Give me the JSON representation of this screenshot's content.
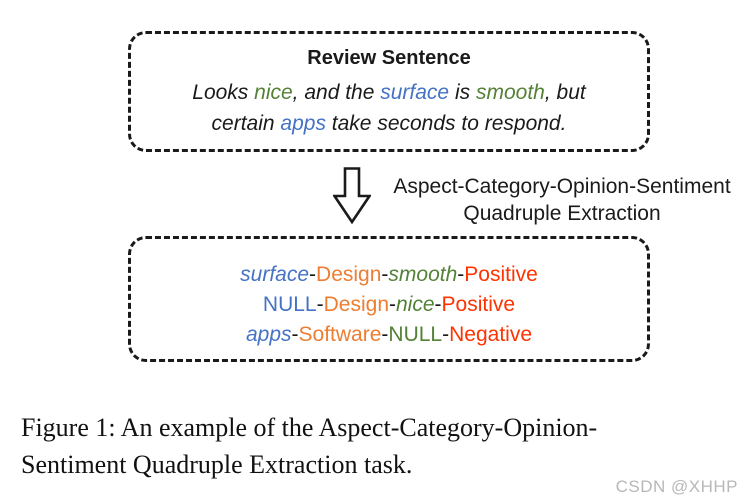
{
  "colors": {
    "blue": "#4472C4",
    "green": "#538135",
    "orange": "#ED7D31",
    "red": "#FF3300",
    "black": "#1A1A1A",
    "gray": "#B8B8B8"
  },
  "review_box": {
    "title": "Review Sentence",
    "lines": [
      [
        {
          "text": "Looks ",
          "color": "black"
        },
        {
          "text": "nice",
          "color": "green"
        },
        {
          "text": ", and the ",
          "color": "black"
        },
        {
          "text": "surface",
          "color": "blue"
        },
        {
          "text": " is ",
          "color": "black"
        },
        {
          "text": "smooth",
          "color": "green"
        },
        {
          "text": ", but",
          "color": "black"
        }
      ],
      [
        {
          "text": "certain ",
          "color": "black"
        },
        {
          "text": "apps",
          "color": "blue"
        },
        {
          "text": " take seconds to respond.",
          "color": "black"
        }
      ]
    ]
  },
  "arrow": {
    "icon": "down-arrow",
    "label_line1": "Aspect-Category-Opinion-Sentiment",
    "label_line2": "Quadruple Extraction"
  },
  "quadruple_box": {
    "lines": [
      [
        {
          "text": "surface",
          "color": "blue",
          "italic": true
        },
        {
          "text": "-",
          "color": "black"
        },
        {
          "text": "Design",
          "color": "orange"
        },
        {
          "text": "-",
          "color": "black"
        },
        {
          "text": "smooth",
          "color": "green",
          "italic": true
        },
        {
          "text": "-",
          "color": "black"
        },
        {
          "text": "Positive",
          "color": "red"
        }
      ],
      [
        {
          "text": "NULL",
          "color": "blue"
        },
        {
          "text": "-",
          "color": "black"
        },
        {
          "text": "Design",
          "color": "orange"
        },
        {
          "text": "-",
          "color": "black"
        },
        {
          "text": "nice",
          "color": "green",
          "italic": true
        },
        {
          "text": "-",
          "color": "black"
        },
        {
          "text": "Positive",
          "color": "red"
        }
      ],
      [
        {
          "text": "apps",
          "color": "blue",
          "italic": true
        },
        {
          "text": "-",
          "color": "black"
        },
        {
          "text": "Software",
          "color": "orange"
        },
        {
          "text": "-",
          "color": "black"
        },
        {
          "text": "NULL",
          "color": "green"
        },
        {
          "text": "-",
          "color": "black"
        },
        {
          "text": "Negative",
          "color": "red"
        }
      ]
    ]
  },
  "caption": {
    "line1": "Figure 1: An example of the Aspect-Category-Opinion-",
    "line2": "Sentiment Quadruple Extraction task."
  },
  "watermark": "CSDN @XHHP"
}
